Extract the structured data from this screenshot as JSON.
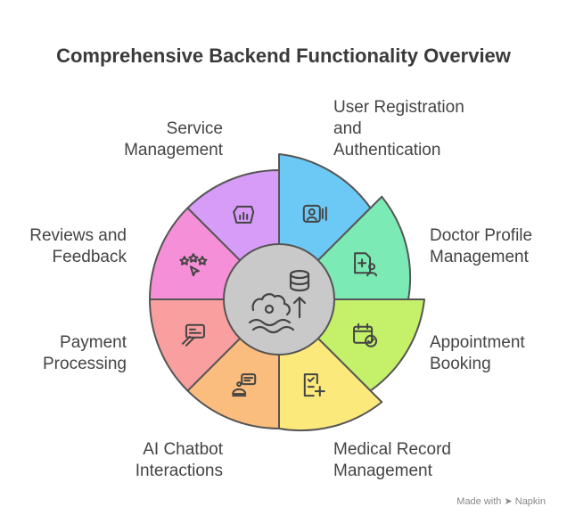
{
  "title": "Comprehensive Backend Functionality Overview",
  "segments": [
    {
      "lines": [
        "User Registration",
        "and",
        "Authentication"
      ],
      "color": "#6cc9f5",
      "icon": "user-id-card-icon"
    },
    {
      "lines": [
        "Doctor Profile",
        "Management"
      ],
      "color": "#7ceab4",
      "icon": "medical-profile-icon"
    },
    {
      "lines": [
        "Appointment",
        "Booking"
      ],
      "color": "#c5f06a",
      "icon": "calendar-check-icon"
    },
    {
      "lines": [
        "Medical Record",
        "Management"
      ],
      "color": "#fbe97c",
      "icon": "medical-record-icon"
    },
    {
      "lines": [
        "AI Chatbot",
        "Interactions"
      ],
      "color": "#fbbd7e",
      "icon": "chatbot-icon"
    },
    {
      "lines": [
        "Payment",
        "Processing"
      ],
      "color": "#f99f9f",
      "icon": "payment-card-icon"
    },
    {
      "lines": [
        "Reviews and",
        "Feedback"
      ],
      "color": "#f58fd7",
      "icon": "rating-stars-icon"
    },
    {
      "lines": [
        "Service",
        "Management"
      ],
      "color": "#d79cf7",
      "icon": "service-chart-icon"
    }
  ],
  "center": {
    "color": "#c9c9c9",
    "icon": "database-cloud-icon"
  },
  "credit": "Made with ➤ Napkin"
}
